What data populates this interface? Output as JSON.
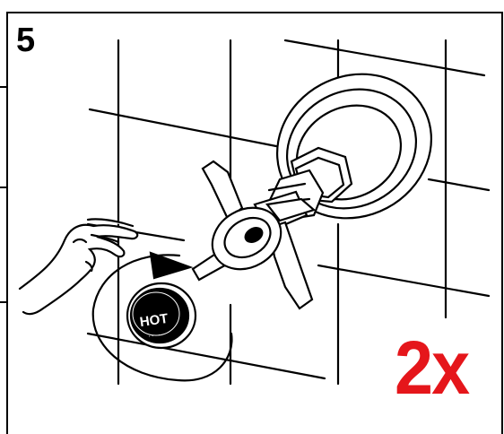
{
  "step": {
    "number": "5"
  },
  "callout": {
    "multiplier": "2x",
    "color": "#e5161b"
  },
  "cap": {
    "label": "HOT"
  },
  "icons": [
    "hand-icon",
    "arrow-icon",
    "cross-handle-icon",
    "hot-cap-icon"
  ]
}
